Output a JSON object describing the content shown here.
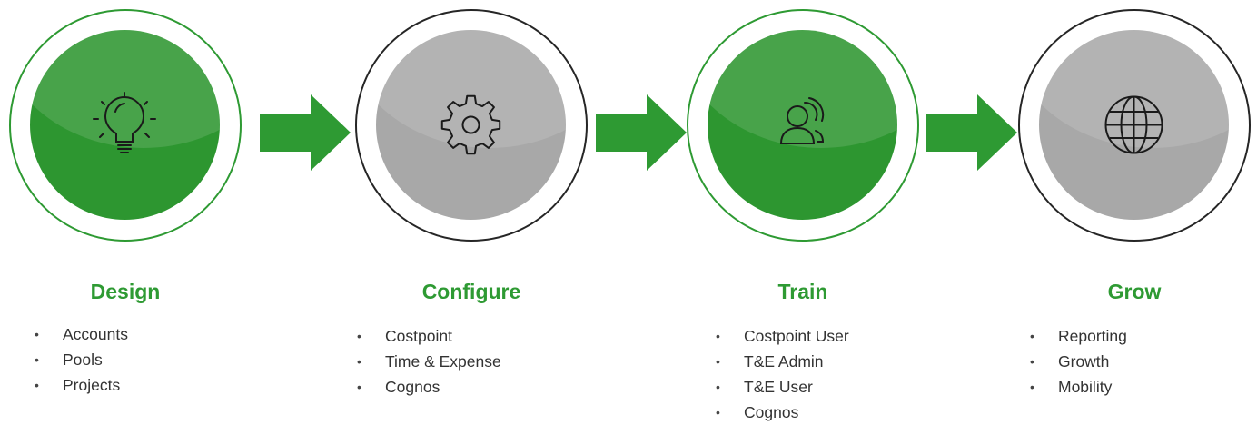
{
  "steps": [
    {
      "title": "Design",
      "theme": "green",
      "icon": "lightbulb-icon",
      "items": [
        "Accounts",
        "Pools",
        "Projects"
      ]
    },
    {
      "title": "Configure",
      "theme": "gray",
      "icon": "gear-icon",
      "items": [
        "Costpoint",
        "Time & Expense",
        "Cognos"
      ]
    },
    {
      "title": "Train",
      "theme": "green",
      "icon": "users-icon",
      "items": [
        "Costpoint User",
        "T&E Admin",
        "T&E User",
        "Cognos"
      ]
    },
    {
      "title": "Grow",
      "theme": "gray",
      "icon": "globe-icon",
      "items": [
        "Reporting",
        "Growth",
        "Mobility"
      ]
    }
  ],
  "colors": {
    "green": "#2e9a33",
    "gray": "#a8a8a8",
    "ring_dark": "#262626"
  }
}
